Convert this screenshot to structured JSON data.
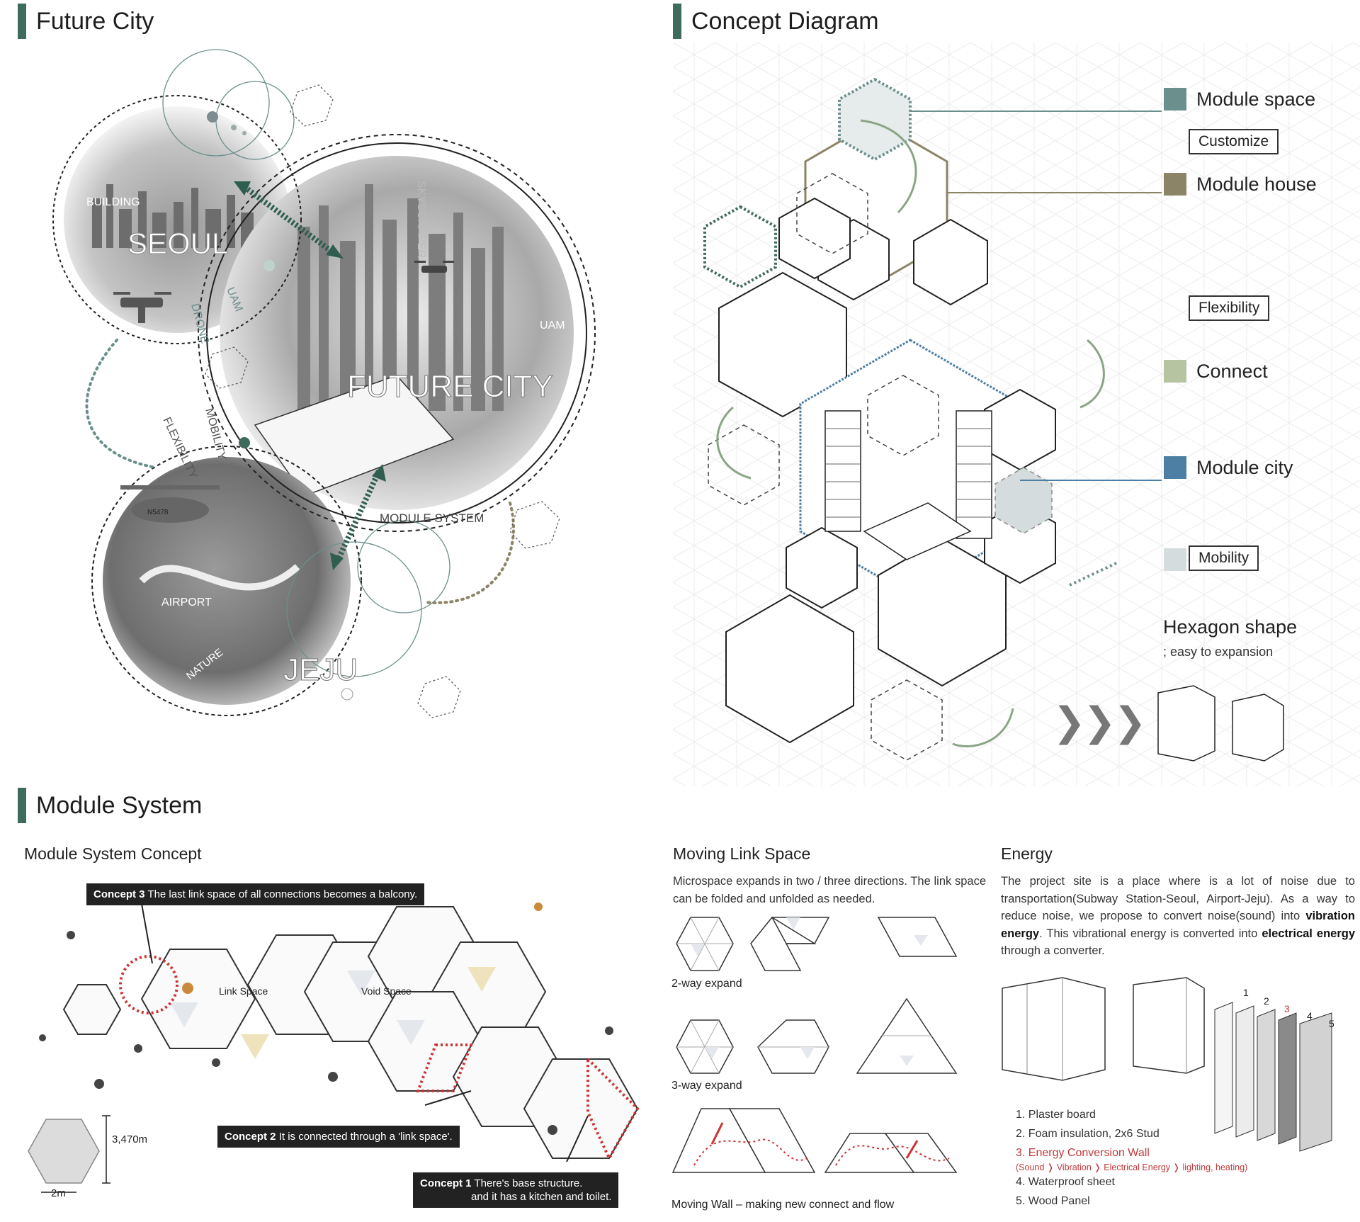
{
  "sections": {
    "future_city": "Future City",
    "concept_diagram": "Concept Diagram",
    "module_system": "Module System"
  },
  "future_city": {
    "labels": {
      "building": "BUILDING",
      "seoul": "SEOUL",
      "skyscraper": "SKYSCRAPER",
      "uam1": "UAM",
      "uam2": "UAM",
      "drone": "DRONE",
      "future_city": "FUTURE CITY",
      "mobility": "MOBILITY",
      "flexibility": "FLEXIBILITY",
      "module_system": "MODULE SYSTEM",
      "airport": "AIRPORT",
      "nature": "NATURE",
      "jeju": "JEJU",
      "aircraft_reg": "N5478"
    }
  },
  "concept_legend": {
    "module_space": {
      "label": "Module space",
      "color": "#6b8f8c"
    },
    "customize": "Customize",
    "module_house": {
      "label": "Module house",
      "color": "#8c8466"
    },
    "flexibility": "Flexibility",
    "connect": {
      "label": "Connect",
      "color": "#b6c4a2"
    },
    "module_city": {
      "label": "Module city",
      "color": "#4c7fa3"
    },
    "mobility": {
      "label": "Mobility",
      "color": "#d5dcde"
    },
    "hexagon_title": "Hexagon shape",
    "hexagon_note": "; easy to expansion",
    "arrows": "❯❯❯"
  },
  "module_system": {
    "concept_title": "Module System Concept",
    "concept3": {
      "tag": "Concept 3",
      "text": "The last link space of all connections becomes a balcony."
    },
    "concept2": {
      "tag": "Concept 2",
      "text": "It is connected through a 'link space'."
    },
    "concept1": {
      "tag": "Concept 1",
      "text": "There's base structure.",
      "text2": "and it has a kitchen and toilet."
    },
    "link_space": "Link Space",
    "void_space": "Void Space",
    "dim_height": "3,470m",
    "dim_width": "2m"
  },
  "moving_link": {
    "title": "Moving Link Space",
    "desc": "Microspace expands in two / three directions. The link space can be folded and unfolded as needed.",
    "two_way": "2-way expand",
    "three_way": "3-way expand",
    "moving_wall": "Moving Wall – making new connect and flow"
  },
  "energy": {
    "title": "Energy",
    "desc_1": "The project site is a place where is a lot of noise due to transportation(Subway Station-Seoul, Airport-Jeju). As a way to reduce noise, we propose to convert noise(sound) into ",
    "desc_b1": "vibration energy",
    "desc_2": ". This vibrational energy is converted into ",
    "desc_b2": "electrical energy",
    "desc_3": " through a converter.",
    "layers": [
      "1. Plaster board",
      "2. Foam insulation, 2x6 Stud",
      "3. Energy Conversion Wall",
      "4. Waterproof sheet",
      "5. Wood Panel"
    ],
    "layer3_note": "(Sound ❭ Vibration ❭ Electrical Energy ❭ lighting, heating)",
    "nums": [
      "1",
      "2",
      "3",
      "4",
      "5"
    ]
  }
}
